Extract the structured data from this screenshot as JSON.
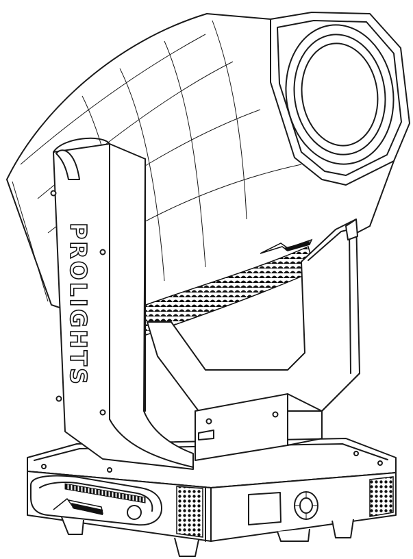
{
  "fixture": {
    "brand_text": "PROLIGHTS",
    "colors": {
      "line": "#1a1a1a",
      "background": "#ffffff"
    },
    "parts": [
      "moving-head-fixture",
      "head",
      "front-lens",
      "yoke-arm-left",
      "yoke-arm-right",
      "base",
      "display-screen",
      "control-buttons",
      "carry-handle",
      "vent-grilles",
      "logo-arrow"
    ]
  }
}
